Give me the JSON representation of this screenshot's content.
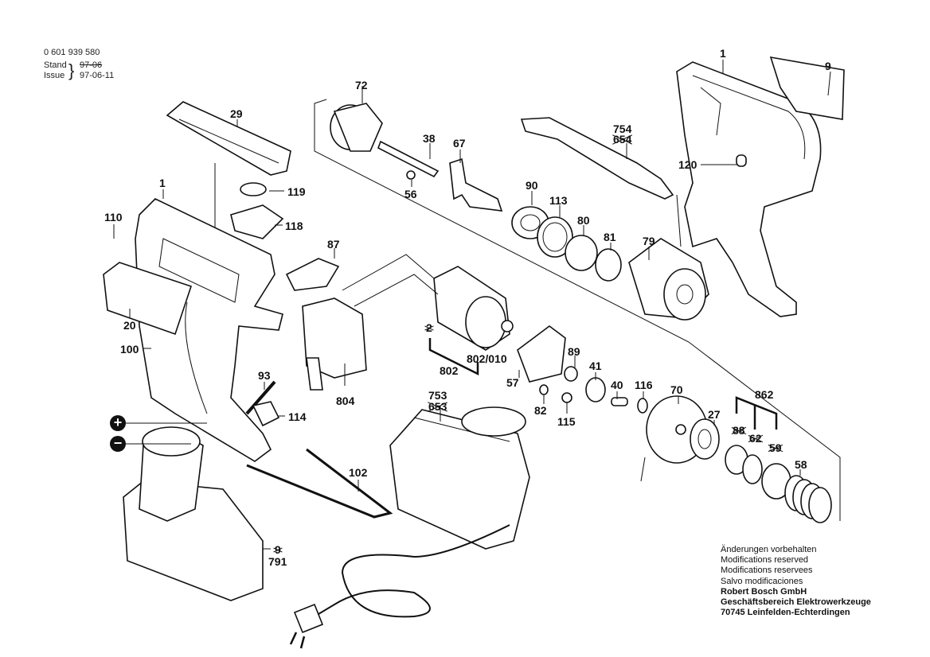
{
  "header": {
    "part_number": "0 601 939 580",
    "stand_label": "Stand",
    "issue_label": "Issue",
    "stand_value_struck": "97-06",
    "issue_value": "97-06-11"
  },
  "labels": {
    "l1_right": "1",
    "l9": "9",
    "l72": "72",
    "l29": "29",
    "l38": "38",
    "l67": "67",
    "l754": "754",
    "l654": "654",
    "l120": "120",
    "l56": "56",
    "l90": "90",
    "l113": "113",
    "l119": "119",
    "l1_left": "1",
    "l110": "110",
    "l118": "118",
    "l80": "80",
    "l81": "81",
    "l79": "79",
    "l87": "87",
    "l20": "20",
    "l100": "100",
    "l2": "2",
    "l802_010": "802/010",
    "l802": "802",
    "l89": "89",
    "l41": "41",
    "l57": "57",
    "l40": "40",
    "l116": "116",
    "l70": "70",
    "l862": "862",
    "l93": "93",
    "l804": "804",
    "l82": "82",
    "l115": "115",
    "l753": "753",
    "l653": "653",
    "l27": "27",
    "l88": "88",
    "l62": "62",
    "l59": "59",
    "l114": "114",
    "l58": "58",
    "l102": "102",
    "l9_struck": "9",
    "l791": "791"
  },
  "battery_terminals": {
    "plus": "+",
    "minus": "−"
  },
  "footer": {
    "line1": "Änderungen vorbehalten",
    "line2": "Modifications reserved",
    "line3": "Modifications reservees",
    "line4": "Salvo modificaciones",
    "company": "Robert Bosch GmbH",
    "division": "Geschäftsbereich Elektrowerkzeuge",
    "address": "70745 Leinfelden-Echterdingen"
  }
}
